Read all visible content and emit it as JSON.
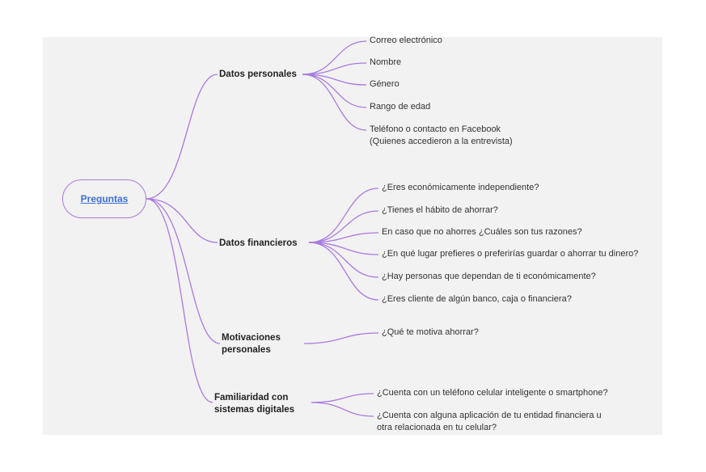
{
  "colors": {
    "link": "#a97ae0",
    "root_border": "#a97ae0",
    "root_text": "#3b6fd4",
    "canvas": "#f2f2f2"
  },
  "root": {
    "label": "Preguntas"
  },
  "branches": [
    {
      "label": "Datos personales",
      "items": [
        "Correo electrónico",
        "Nombre",
        "Género",
        "Rango de edad",
        "Teléfono o contacto en Facebook\n(Quienes accedieron a la entrevista)"
      ]
    },
    {
      "label": "Datos financieros",
      "items": [
        "¿Eres económicamente independiente?",
        "¿Tienes el hábito de ahorrar?",
        "En caso que no ahorres ¿Cuáles son tus razones?",
        "¿En qué lugar prefieres o preferirías guardar o ahorrar tu dinero?",
        "¿Hay personas que dependan de ti económicamente?",
        "¿Eres cliente de algún banco, caja o financiera?"
      ]
    },
    {
      "label": "Motivaciones\npersonales",
      "items": [
        "¿Qué te motiva ahorrar?"
      ]
    },
    {
      "label": "Familiaridad con\nsistemas digitales",
      "items": [
        "¿Cuenta con un teléfono celular inteligente o smartphone?",
        "¿Cuenta con alguna aplicación de tu entidad financiera u\notra relacionada en tu celular?"
      ]
    }
  ]
}
